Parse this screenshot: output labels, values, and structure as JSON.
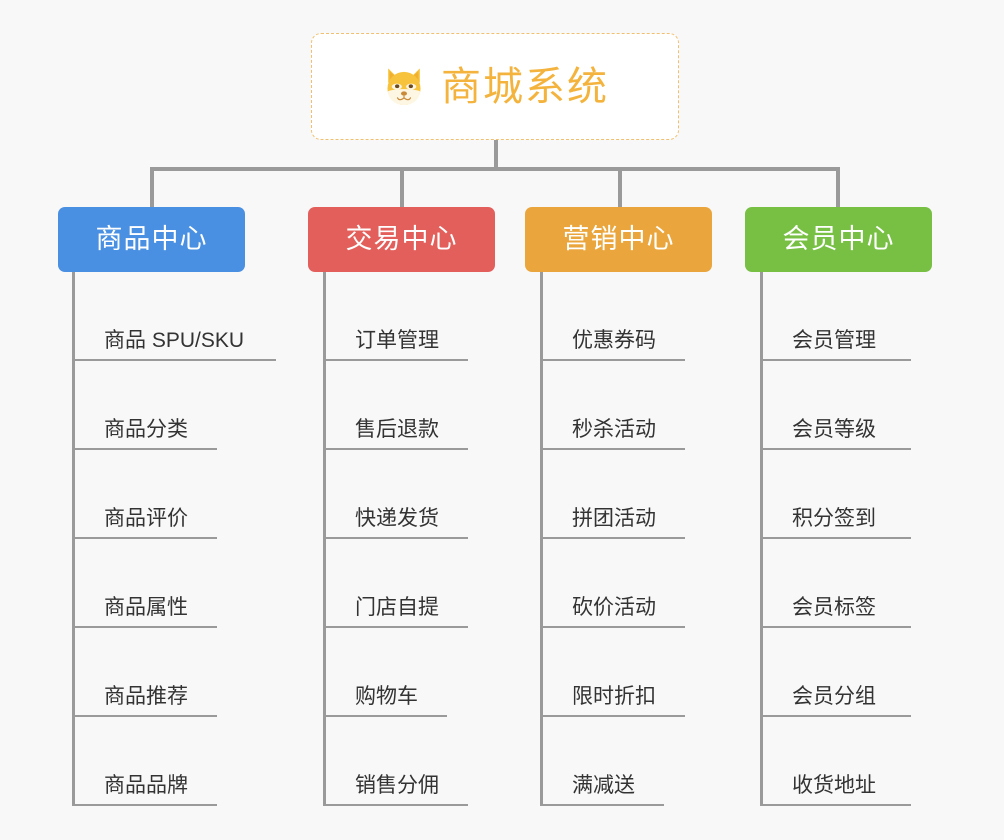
{
  "page": {
    "background_color": "#f8f8f8",
    "type": "mind-map"
  },
  "root": {
    "title": "商城系统",
    "icon": "shiba-dog-face-emoji",
    "text_color": "#f3b33d",
    "border_color": "#f0c070",
    "background_color": "#ffffff"
  },
  "connector": {
    "color": "#9a9a9a"
  },
  "branches": [
    {
      "label": "商品中心",
      "color": "#4a90e2",
      "text_color": "#ffffff",
      "items": [
        "商品 SPU/SKU",
        "商品分类",
        "商品评价",
        "商品属性",
        "商品推荐",
        "商品品牌"
      ]
    },
    {
      "label": "交易中心",
      "color": "#e35f5b",
      "text_color": "#ffffff",
      "items": [
        "订单管理",
        "售后退款",
        "快递发货",
        "门店自提",
        "购物车",
        "销售分佣"
      ]
    },
    {
      "label": "营销中心",
      "color": "#eaa63c",
      "text_color": "#ffffff",
      "items": [
        "优惠券码",
        "秒杀活动",
        "拼团活动",
        "砍价活动",
        "限时折扣",
        "满减送"
      ]
    },
    {
      "label": "会员中心",
      "color": "#77c043",
      "text_color": "#ffffff",
      "items": [
        "会员管理",
        "会员等级",
        "积分签到",
        "会员标签",
        "会员分组",
        "收货地址"
      ]
    }
  ]
}
